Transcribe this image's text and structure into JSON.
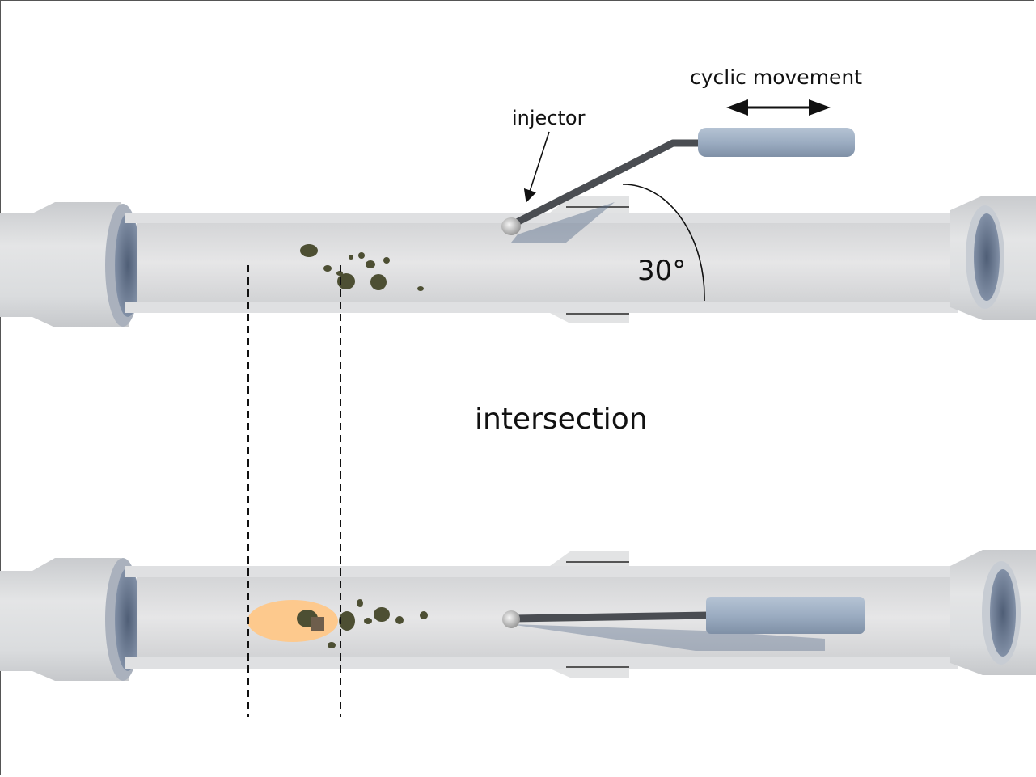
{
  "labels": {
    "cyclic_movement": "cyclic movement",
    "injector": "injector",
    "angle": "30°",
    "intersection": "intersection"
  },
  "colors": {
    "pipe_wall": "#d9dbdd",
    "pipe_inner": "#e3e4e5",
    "pipe_shadow_blue": "#5b6f8c",
    "injector_rod": "#4a4d52",
    "injector_handle": "#9cadc2",
    "deposits": "#4d4f33",
    "dissolution_zone": "#fdc98d",
    "annotation": "#111111"
  },
  "panels": [
    {
      "name": "top",
      "description": "injector inserted at 30° angle, cyclic movement"
    },
    {
      "name": "bottom",
      "description": "injector horizontal inside pipe, dissolution zone at intersection"
    }
  ]
}
